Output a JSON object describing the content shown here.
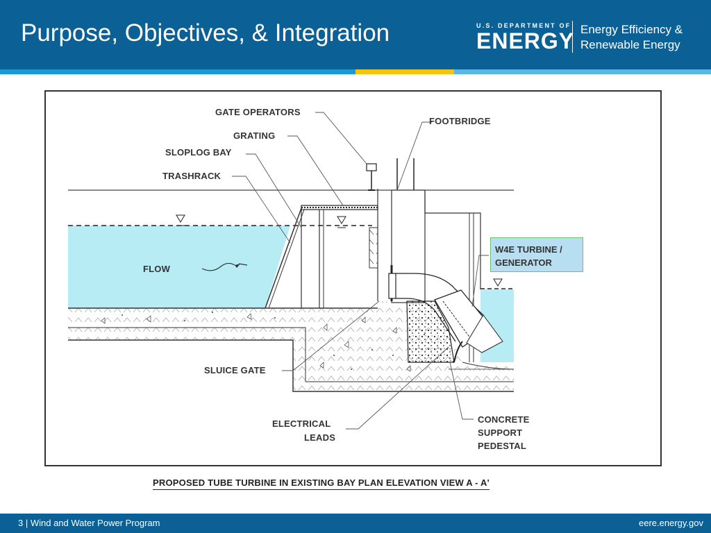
{
  "slide": {
    "title": "Purpose, Objectives, & Integration"
  },
  "branding": {
    "department_line": "U.S. DEPARTMENT OF",
    "energy_word": "ENERGY",
    "office_line1": "Energy Efficiency &",
    "office_line2": "Renewable Energy"
  },
  "figure": {
    "labels": {
      "gate_operators": "GATE OPERATORS",
      "footbridge": "FOOTBRIDGE",
      "grating": "GRATING",
      "sloplog_bay": "SLOPLOG BAY",
      "trashrack": "TRASHRACK",
      "flow": "FLOW",
      "turbine_line1": "W4E TURBINE /",
      "turbine_line2": "GENERATOR",
      "sluice_gate": "SLUICE GATE",
      "electrical_line1": "ELECTRICAL",
      "electrical_line2": "LEADS",
      "concrete_line1": "CONCRETE",
      "concrete_line2": "SUPPORT",
      "concrete_line3": "PEDESTAL"
    },
    "caption": "PROPOSED TUBE TURBINE IN EXISTING BAY PLAN ELEVATION VIEW  A - A'"
  },
  "footer": {
    "page_number": "3",
    "program": "| Wind and Water Power Program",
    "website": "eere.energy.gov"
  },
  "colors": {
    "header_bg": "#0b6195",
    "accent_blue": "#1a9bd7",
    "accent_yellow": "#f2c310",
    "water": "#b7ecf5"
  }
}
